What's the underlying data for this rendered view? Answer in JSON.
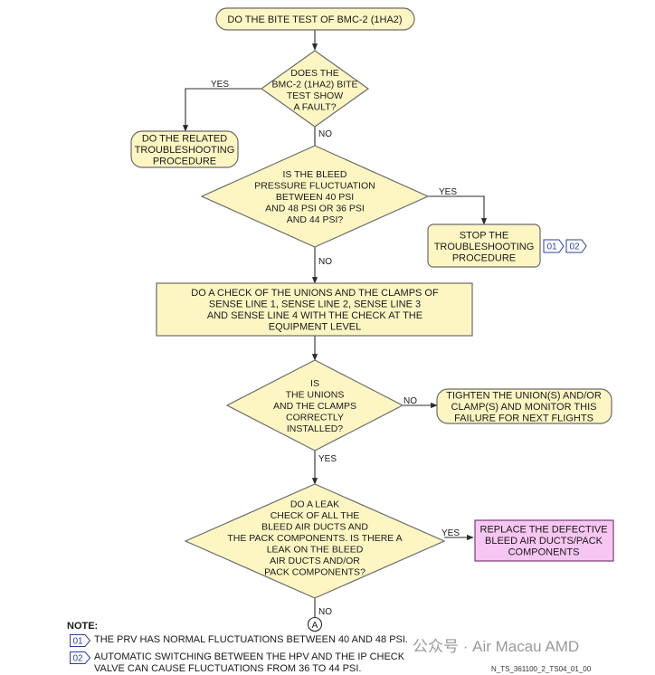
{
  "colors": {
    "box_fill": "#fdf6c3",
    "box_stroke": "#6b6b6b",
    "highlight_fill": "#f7c6f2",
    "highlight_stroke": "#7a3b78",
    "tag_stroke": "#2b3f9e",
    "line": "#2b2b2b"
  },
  "nodes": {
    "start": [
      "DO THE BITE TEST OF BMC-2 (1HA2)"
    ],
    "q_fault": [
      "DOES THE",
      "BMC-2 (1HA2) BITE",
      "TEST SHOW",
      "A FAULT?"
    ],
    "related": [
      "DO THE RELATED",
      "TROUBLESHOOTING",
      "PROCEDURE"
    ],
    "q_bleed": [
      "IS THE BLEED",
      "PRESSURE FLUCTUATION",
      "BETWEEN 40 PSI",
      "AND 48 PSI OR 36 PSI",
      "AND 44 PSI?"
    ],
    "stop": [
      "STOP THE",
      "TROUBLESHOOTING",
      "PROCEDURE"
    ],
    "check": [
      "DO A CHECK OF THE UNIONS AND THE CLAMPS OF",
      "SENSE LINE 1, SENSE LINE 2, SENSE LINE 3",
      "AND SENSE LINE 4 WITH THE CHECK AT THE",
      "EQUIPMENT LEVEL"
    ],
    "q_unions": [
      "IS",
      "THE UNIONS",
      "AND THE CLAMPS",
      "CORRECTLY",
      "INSTALLED?"
    ],
    "tighten": [
      "TIGHTEN THE UNION(S) AND/OR",
      "CLAMP(S) AND MONITOR THIS",
      "FAILURE FOR NEXT FLIGHTS"
    ],
    "q_leak": [
      "DO A LEAK",
      "CHECK OF ALL THE",
      "BLEED AIR DUCTS AND",
      "THE PACK COMPONENTS. IS THERE A",
      "LEAK ON THE BLEED",
      "AIR DUCTS AND/OR",
      "PACK COMPONENTS?"
    ],
    "replace": [
      "REPLACE THE DEFECTIVE",
      "BLEED AIR DUCTS/PACK",
      "COMPONENTS"
    ]
  },
  "labels": {
    "yes": "YES",
    "no": "NO"
  },
  "connector": "A",
  "stop_refs": [
    "01",
    "02"
  ],
  "note": {
    "title": "NOTE:",
    "items": [
      {
        "ref": "01",
        "text": "THE PRV HAS NORMAL FLUCTUATIONS BETWEEN 40 AND 48 PSI."
      },
      {
        "ref": "02",
        "lines": [
          "AUTOMATIC SWITCHING BETWEEN THE HPV AND THE IP CHECK",
          "VALVE CAN CAUSE FLUCTUATIONS FROM 36 TO 44 PSI."
        ]
      }
    ]
  },
  "watermark": "公众号 · Air Macau AMD",
  "doc_id": "N_TS_361100_2_TS04_01_00"
}
